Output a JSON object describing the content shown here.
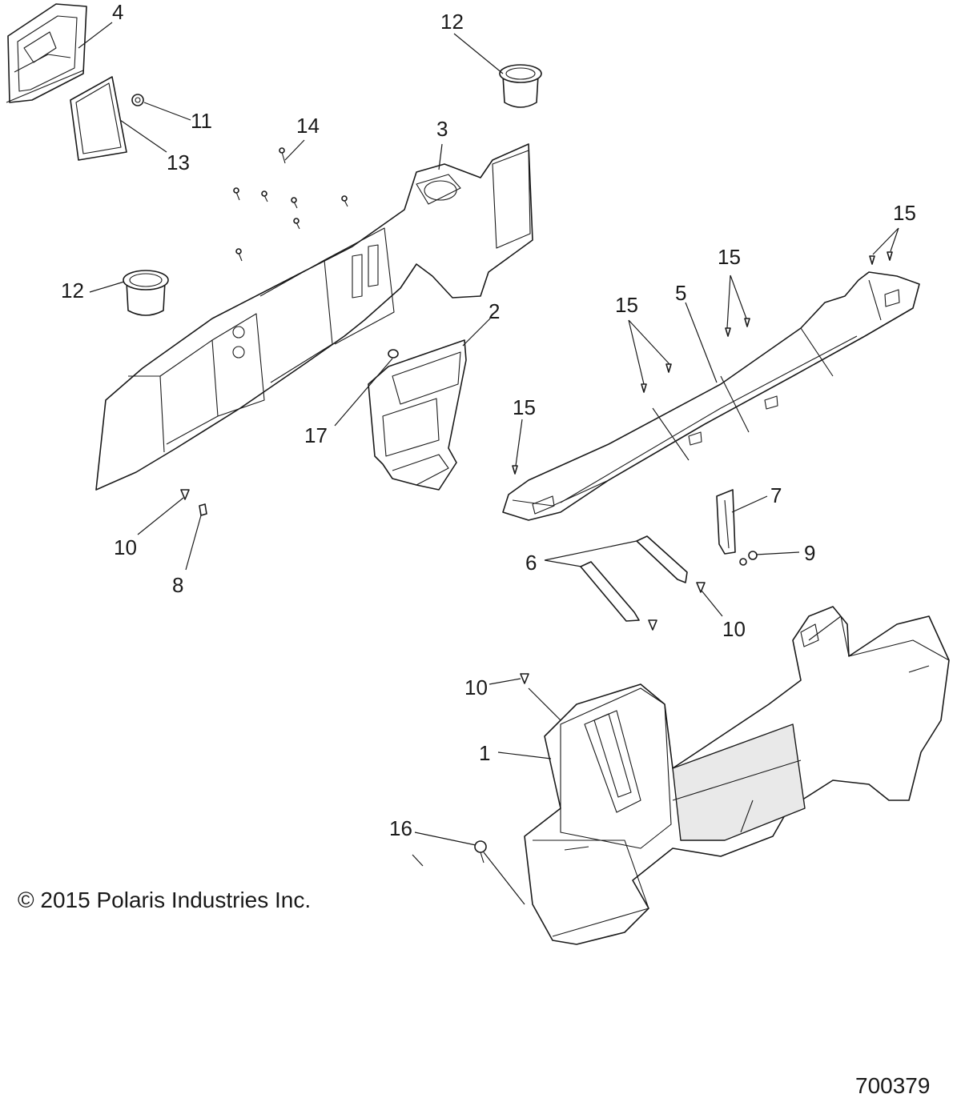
{
  "callouts": {
    "c1": "1",
    "c2": "2",
    "c3": "3",
    "c4": "4",
    "c5": "5",
    "c6": "6",
    "c7": "7",
    "c8": "8",
    "c9": "9",
    "c10a": "10",
    "c10b": "10",
    "c10c": "10",
    "c11": "11",
    "c12a": "12",
    "c12b": "12",
    "c13": "13",
    "c14": "14",
    "c15a": "15",
    "c15b": "15",
    "c15c": "15",
    "c15d": "15",
    "c16": "16",
    "c17": "17"
  },
  "copyright": "© 2015 Polaris Industries Inc.",
  "diagram_number": "700379"
}
